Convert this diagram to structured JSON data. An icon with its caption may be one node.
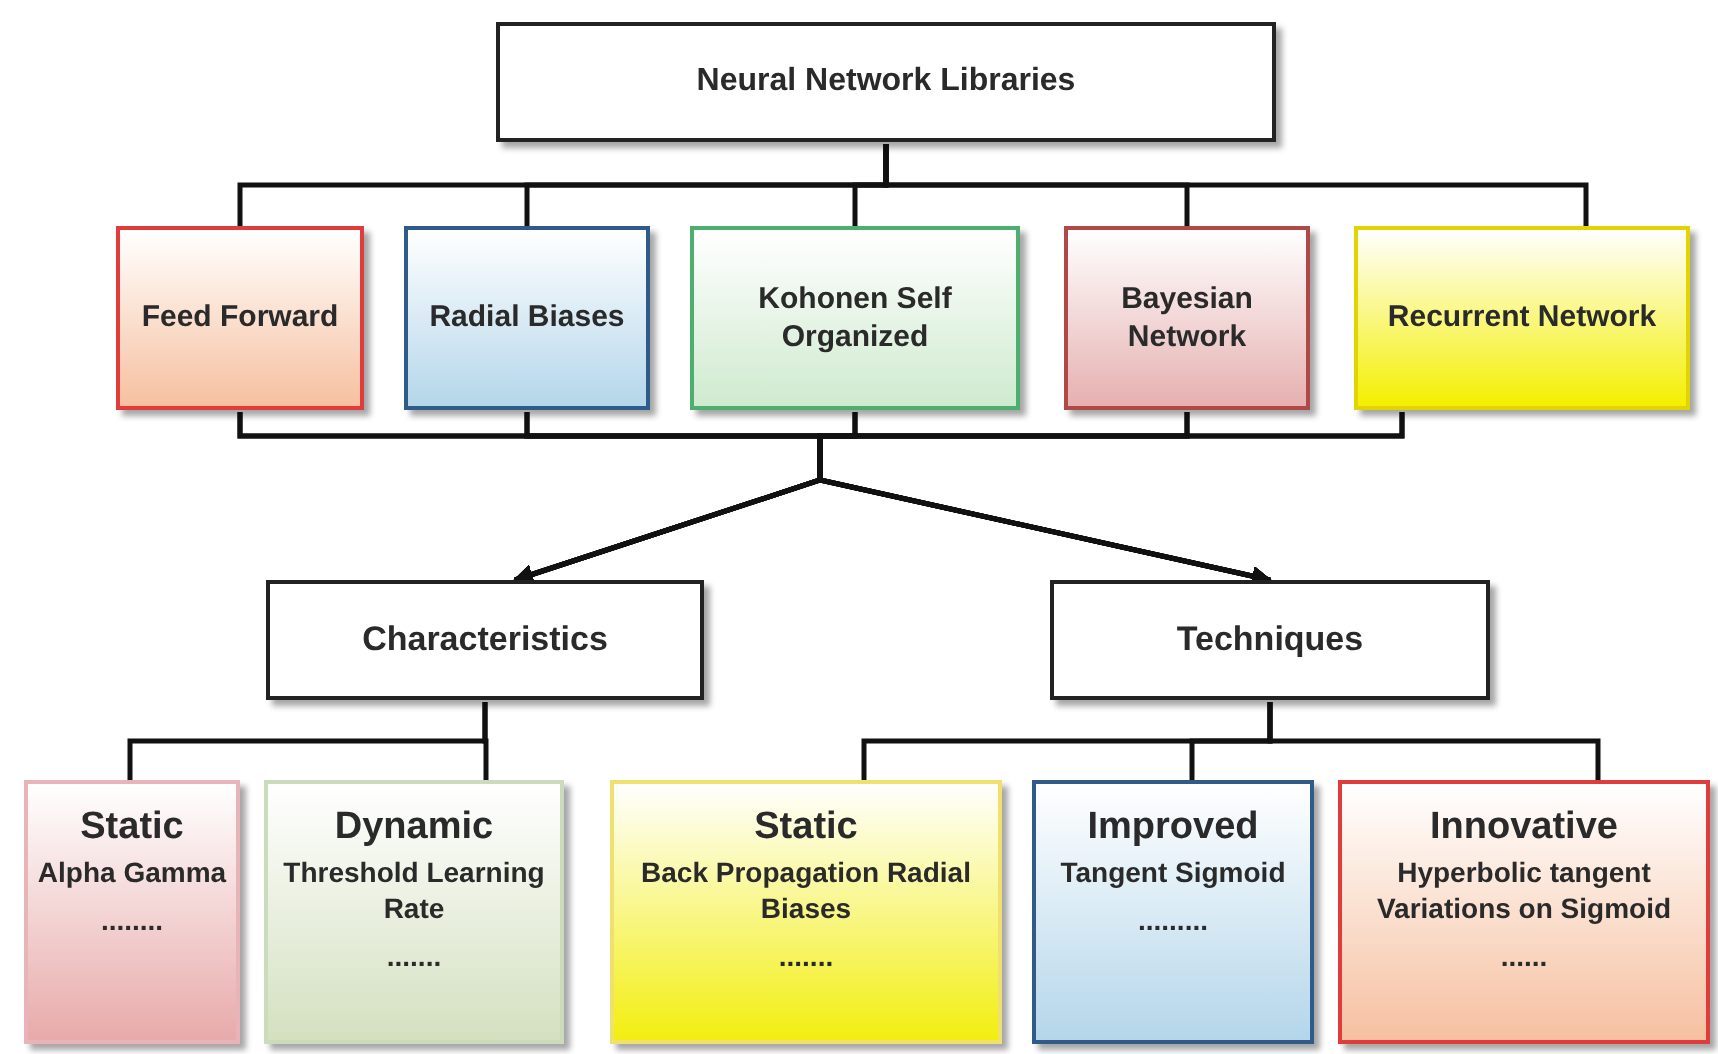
{
  "diagram": {
    "nodes": [
      {
        "text": [
          "Neural Network Libraries"
        ]
      },
      {
        "text": [
          "Feed Forward"
        ]
      },
      {
        "text": [
          "Radial Biases"
        ]
      },
      {
        "text": [
          "Kohonen Self Organized"
        ]
      },
      {
        "text": [
          "Bayesian Network"
        ]
      },
      {
        "text": [
          "Recurrent Network"
        ]
      },
      {
        "text": [
          "Characteristics"
        ]
      },
      {
        "text": [
          "Techniques"
        ]
      },
      {
        "text": [
          "Static",
          "Alpha Gamma",
          "........"
        ]
      },
      {
        "text": [
          "Dynamic",
          "Threshold Learning Rate",
          "......."
        ]
      },
      {
        "text": [
          "Static",
          "Back Propagation Radial Biases",
          "......."
        ]
      },
      {
        "text": [
          "Improved",
          "Tangent Sigmoid",
          "........."
        ]
      },
      {
        "text": [
          "Innovative",
          "Hyperbolic tangent Variations on Sigmoid",
          "......"
        ]
      }
    ],
    "edges": [
      {
        "from": 0,
        "to": 1,
        "arrow": "none"
      },
      {
        "from": 0,
        "to": 2,
        "arrow": "none"
      },
      {
        "from": 0,
        "to": 3,
        "arrow": "none"
      },
      {
        "from": 0,
        "to": 4,
        "arrow": "none"
      },
      {
        "from": 0,
        "to": 5,
        "arrow": "none"
      },
      {
        "from": 1,
        "to": 6,
        "arrow": "to"
      },
      {
        "from": 1,
        "to": 7,
        "arrow": "to"
      },
      {
        "from": 2,
        "to": 6,
        "arrow": "to"
      },
      {
        "from": 2,
        "to": 7,
        "arrow": "to"
      },
      {
        "from": 3,
        "to": 6,
        "arrow": "to"
      },
      {
        "from": 3,
        "to": 7,
        "arrow": "to"
      },
      {
        "from": 4,
        "to": 6,
        "arrow": "to"
      },
      {
        "from": 4,
        "to": 7,
        "arrow": "to"
      },
      {
        "from": 5,
        "to": 6,
        "arrow": "to"
      },
      {
        "from": 5,
        "to": 7,
        "arrow": "to"
      },
      {
        "from": 6,
        "to": 8,
        "arrow": "none"
      },
      {
        "from": 6,
        "to": 9,
        "arrow": "none"
      },
      {
        "from": 7,
        "to": 10,
        "arrow": "none"
      },
      {
        "from": 7,
        "to": 11,
        "arrow": "none"
      },
      {
        "from": 7,
        "to": 12,
        "arrow": "none"
      }
    ]
  }
}
